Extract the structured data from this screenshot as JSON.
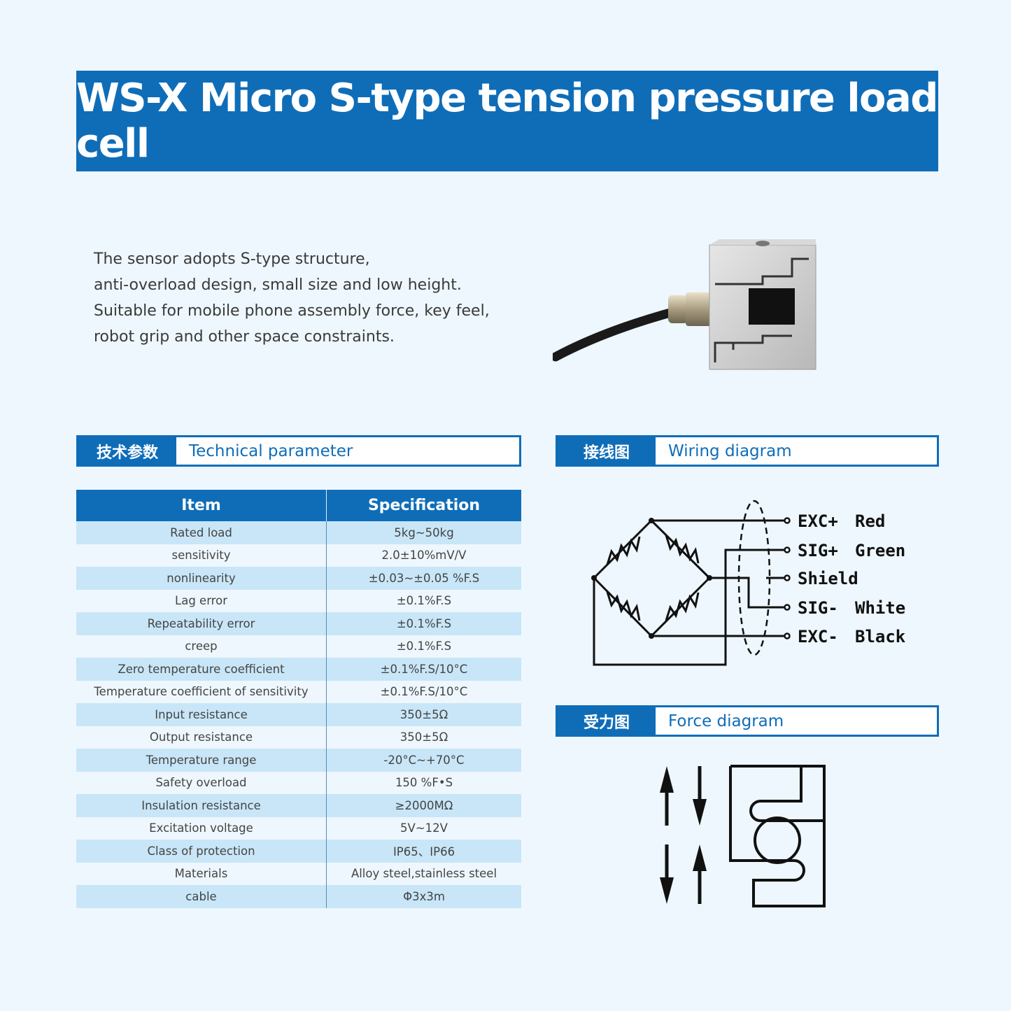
{
  "title": "WS-X Micro S-type tension pressure load cell",
  "description": [
    "The sensor adopts S-type structure,",
    "anti-overload design, small size and low height.",
    "Suitable for mobile phone assembly force, key feel,",
    "robot grip and other space constraints."
  ],
  "sections": {
    "technical": {
      "cn": "技术参数",
      "en": "Technical parameter"
    },
    "wiring": {
      "cn": "接线图",
      "en": "Wiring diagram"
    },
    "force": {
      "cn": "受力图",
      "en": "Force diagram"
    }
  },
  "spec_table": {
    "headers": [
      "Item",
      "Specification"
    ],
    "rows": [
      [
        "Rated load",
        "5kg~50kg"
      ],
      [
        "sensitivity",
        "2.0±10%mV/V"
      ],
      [
        "nonlinearity",
        "±0.03~±0.05 %F.S"
      ],
      [
        "Lag error",
        "±0.1%F.S"
      ],
      [
        "Repeatability error",
        "±0.1%F.S"
      ],
      [
        "creep",
        "±0.1%F.S"
      ],
      [
        "Zero temperature coefficient",
        "±0.1%F.S/10°C"
      ],
      [
        "Temperature coefficient of sensitivity",
        "±0.1%F.S/10°C"
      ],
      [
        "Input resistance",
        "350±5Ω"
      ],
      [
        "Output resistance",
        "350±5Ω"
      ],
      [
        "Temperature range",
        "-20°C~+70°C"
      ],
      [
        "Safety overload",
        "150 %F•S"
      ],
      [
        "Insulation resistance",
        "≥2000MΩ"
      ],
      [
        "Excitation voltage",
        "5V~12V"
      ],
      [
        "Class of protection",
        "IP65、IP66"
      ],
      [
        "Materials",
        "Alloy steel,stainless steel"
      ],
      [
        "cable",
        "Φ3x3m"
      ]
    ]
  },
  "wiring_labels": [
    {
      "signal": "EXC+",
      "color": "Red"
    },
    {
      "signal": "SIG+",
      "color": "Green"
    },
    {
      "signal": "Shield",
      "color": ""
    },
    {
      "signal": "SIG-",
      "color": "White"
    },
    {
      "signal": "EXC-",
      "color": "Black"
    }
  ],
  "colors": {
    "brand_blue": "#0f6db8",
    "row_shade": "#c8e6f7",
    "background": "#eef7fd"
  }
}
